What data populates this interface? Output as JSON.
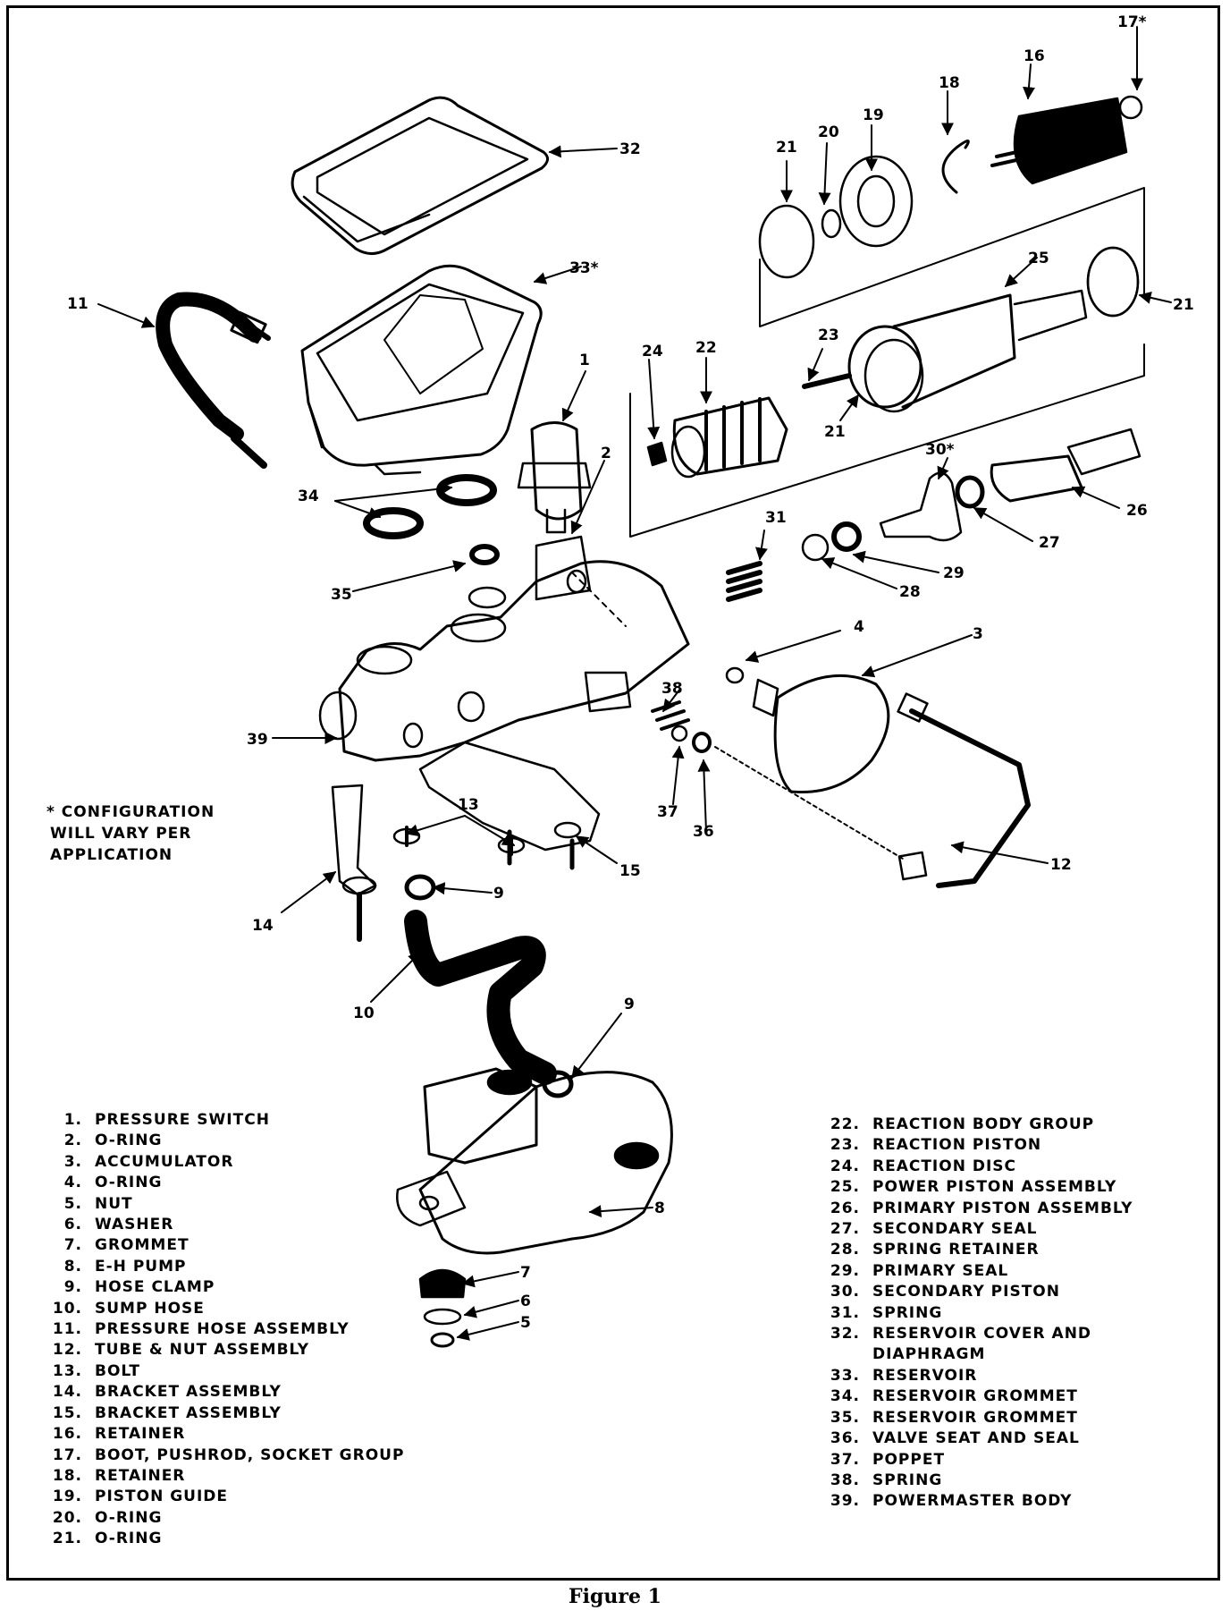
{
  "figure": {
    "caption": "Figure 1",
    "note": [
      "* CONFIGURATION",
      "WILL VARY PER",
      "APPLICATION"
    ]
  },
  "callouts": [
    "17*",
    "16",
    "18",
    "19",
    "20",
    "21",
    "32",
    "33*",
    "11",
    "25",
    "21",
    "24",
    "22",
    "23",
    "21",
    "1",
    "30*",
    "2",
    "34",
    "26",
    "31",
    "27",
    "29",
    "28",
    "35",
    "4",
    "3",
    "38",
    "39",
    "37",
    "36",
    "13",
    "15",
    "12",
    "14",
    "9",
    "10",
    "9",
    "8",
    "7",
    "6",
    "5"
  ],
  "legend_left": [
    {
      "n": "1.",
      "t": "PRESSURE SWITCH"
    },
    {
      "n": "2.",
      "t": "O-RING"
    },
    {
      "n": "3.",
      "t": "ACCUMULATOR"
    },
    {
      "n": "4.",
      "t": "O-RING"
    },
    {
      "n": "5.",
      "t": "NUT"
    },
    {
      "n": "6.",
      "t": "WASHER"
    },
    {
      "n": "7.",
      "t": "GROMMET"
    },
    {
      "n": "8.",
      "t": "E-H PUMP"
    },
    {
      "n": "9.",
      "t": "HOSE CLAMP"
    },
    {
      "n": "10.",
      "t": "SUMP HOSE"
    },
    {
      "n": "11.",
      "t": "PRESSURE HOSE ASSEMBLY"
    },
    {
      "n": "12.",
      "t": "TUBE & NUT ASSEMBLY"
    },
    {
      "n": "13.",
      "t": "BOLT"
    },
    {
      "n": "14.",
      "t": "BRACKET ASSEMBLY"
    },
    {
      "n": "15.",
      "t": "BRACKET ASSEMBLY"
    },
    {
      "n": "16.",
      "t": "RETAINER"
    },
    {
      "n": "17.",
      "t": "BOOT, PUSHROD, SOCKET GROUP"
    },
    {
      "n": "18.",
      "t": "RETAINER"
    },
    {
      "n": "19.",
      "t": "PISTON GUIDE"
    },
    {
      "n": "20.",
      "t": "O-RING"
    },
    {
      "n": "21.",
      "t": "O-RING"
    }
  ],
  "legend_right": [
    {
      "n": "22.",
      "t": "REACTION BODY GROUP"
    },
    {
      "n": "23.",
      "t": "REACTION PISTON"
    },
    {
      "n": "24.",
      "t": "REACTION DISC"
    },
    {
      "n": "25.",
      "t": "POWER PISTON ASSEMBLY"
    },
    {
      "n": "26.",
      "t": "PRIMARY PISTON ASSEMBLY"
    },
    {
      "n": "27.",
      "t": "SECONDARY SEAL"
    },
    {
      "n": "28.",
      "t": "SPRING RETAINER"
    },
    {
      "n": "29.",
      "t": "PRIMARY SEAL"
    },
    {
      "n": "30.",
      "t": "SECONDARY PISTON"
    },
    {
      "n": "31.",
      "t": "SPRING"
    },
    {
      "n": "32.",
      "t": "RESERVOIR COVER AND DIAPHRAGM"
    },
    {
      "n": "33.",
      "t": "RESERVOIR"
    },
    {
      "n": "34.",
      "t": "RESERVOIR GROMMET"
    },
    {
      "n": "35.",
      "t": "RESERVOIR GROMMET"
    },
    {
      "n": "36.",
      "t": "VALVE SEAT AND SEAL"
    },
    {
      "n": "37.",
      "t": "POPPET"
    },
    {
      "n": "38.",
      "t": "SPRING"
    },
    {
      "n": "39.",
      "t": "POWERMASTER BODY"
    }
  ]
}
